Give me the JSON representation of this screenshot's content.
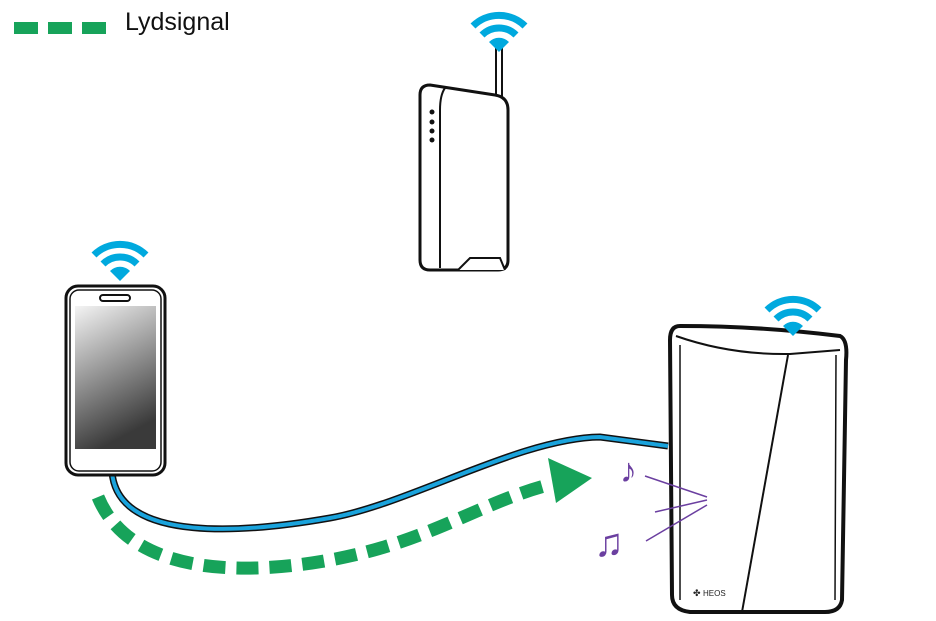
{
  "legend": {
    "label": "Lydsignal"
  },
  "speaker": {
    "brand": "HEOS"
  },
  "colors": {
    "wifi": "#00a9de",
    "signal": "#17a35a",
    "notes": "#6b3fa0",
    "cable": "#1aa3dc"
  },
  "icons": [
    "wifi-icon",
    "router",
    "smartphone",
    "speaker",
    "music-note-icon"
  ]
}
